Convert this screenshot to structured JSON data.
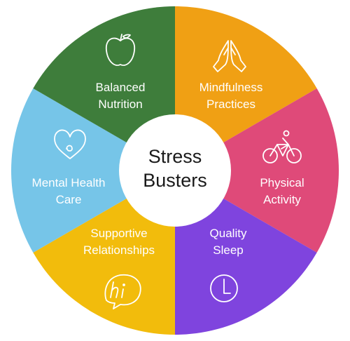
{
  "center": {
    "line1": "Stress",
    "line2": "Busters"
  },
  "segments": [
    {
      "label1": "Mindfulness",
      "label2": "Practices",
      "color": "#F0A014",
      "icon": "praying-hands-icon"
    },
    {
      "label1": "Physical",
      "label2": "Activity",
      "color": "#DF4A79",
      "icon": "cyclist-icon"
    },
    {
      "label1": "Quality",
      "label2": "Sleep",
      "color": "#7F44DE",
      "icon": "clock-icon"
    },
    {
      "label1": "Supportive",
      "label2": "Relationships",
      "color": "#F2BC0C",
      "icon": "hi-speech-bubble-icon"
    },
    {
      "label1": "Mental Health",
      "label2": "Care",
      "color": "#76C5E8",
      "icon": "heart-icon"
    },
    {
      "label1": "Balanced",
      "label2": "Nutrition",
      "color": "#3E7D3B",
      "icon": "apple-icon"
    }
  ]
}
